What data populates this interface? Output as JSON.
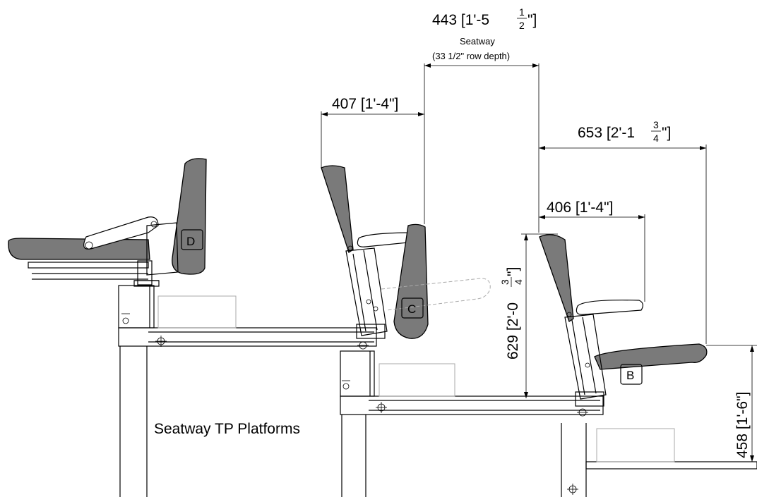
{
  "dimensions": {
    "seatway_width": "443 [1'-5",
    "seatway_frac_num": "1",
    "seatway_frac_den": "2",
    "seatway_close": "\"]",
    "seatway_label": "Seatway",
    "row_depth": "(33 1/2\" row depth)",
    "c_depth": "407 [1'-4\"]",
    "b_overall_main": "653 [2'-1",
    "b_overall_num": "3",
    "b_overall_den": "4",
    "b_overall_close": "\"]",
    "b_folded": "406 [1'-4\"]",
    "back_height_main": "629 [2'-0",
    "back_height_num": "3",
    "back_height_den": "4",
    "back_height_close": "\"]",
    "seat_height": "458 [1'-6\"]"
  },
  "seat_labels": {
    "d": "D",
    "c": "C",
    "b": "B"
  },
  "caption": "Seatway TP Platforms"
}
